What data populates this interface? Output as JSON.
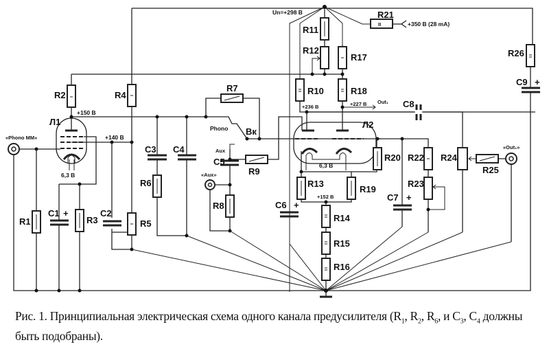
{
  "figure": {
    "supply_label": "Un=+298 В",
    "input_supply": "+350 В (28 mA)",
    "tube1": "Л1",
    "tube2": "Л2",
    "heater1": "6,3 В",
    "heater2": "6,3 В",
    "v_150": "+150 В",
    "v_140": "+140 В",
    "v_236": "+236 В",
    "v_227": "+227 В",
    "v_152": "+152 В",
    "out1_tap": "Out₁",
    "switch": "Вк",
    "switch_phono": "Phono",
    "switch_aux": "Aux",
    "jack_phono": "«Phono MM»",
    "jack_aux": "«Aux»",
    "jack_out": "«Out₁»",
    "resistors": {
      "R1": "R1",
      "R2": "R2",
      "R3": "R3",
      "R4": "R4",
      "R5": "R5",
      "R6": "R6",
      "R7": "R7",
      "R8": "R8",
      "R9": "R9",
      "R10": "R10",
      "R11": "R11",
      "R12": "R12",
      "R13": "R13",
      "R14": "R14",
      "R15": "R15",
      "R16": "R16",
      "R17": "R17",
      "R18": "R18",
      "R19": "R19",
      "R20": "R20",
      "R21": "R21",
      "R22": "R22",
      "R23": "R23",
      "R24": "R24",
      "R25": "R25",
      "R26": "R26"
    },
    "capacitors": {
      "C1": "C1",
      "C2": "C2",
      "C3": "C3",
      "C4": "C4",
      "C5": "C5",
      "C6": "C6",
      "C7": "C7",
      "C8": "C8",
      "C9": "C9"
    },
    "plus": "+"
  },
  "caption": {
    "line1_pre": "Рис. 1. Принципиальная электрическая схема одного канала предусилителя (R",
    "s1": "1",
    "c1": ", R",
    "s2": "2",
    "c2": ", R",
    "s6": "6",
    "c3": ", и C",
    "s3": "3",
    "c4": ", C",
    "s4": "4",
    "tail": " должны быть подобраны)."
  }
}
